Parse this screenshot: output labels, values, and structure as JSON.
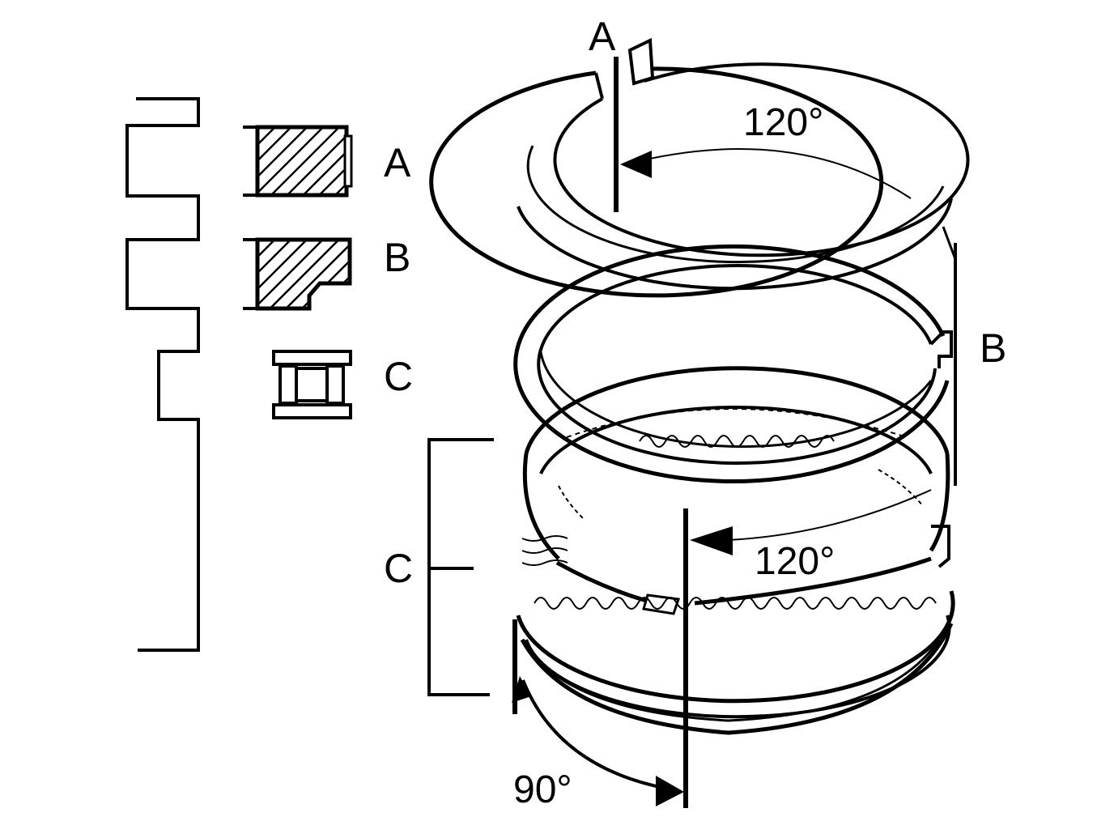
{
  "labels": {
    "profile_a": "A",
    "profile_b": "B",
    "profile_c": "C",
    "ring_a": "A",
    "ring_b": "B",
    "ring_c": "C"
  },
  "angles": {
    "top_gap": "120°",
    "mid_gap": "120°",
    "bottom_gap": "90°"
  },
  "colors": {
    "ink": "#000000",
    "paper": "#ffffff"
  }
}
